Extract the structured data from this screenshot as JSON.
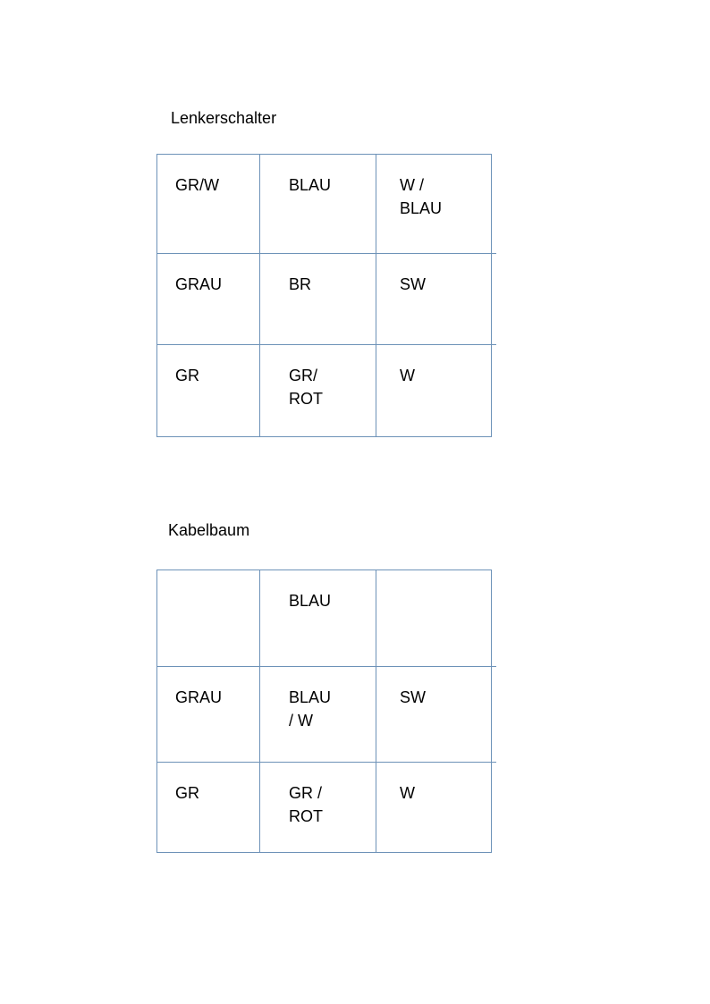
{
  "document": {
    "sections": [
      {
        "title": "Lenkerschalter",
        "table": {
          "rows": [
            [
              "GR/W",
              "BLAU",
              "W /\nBLAU"
            ],
            [
              "GRAU",
              "BR",
              "SW"
            ],
            [
              "GR",
              "GR/\nROT",
              "W"
            ]
          ]
        }
      },
      {
        "title": "Kabelbaum",
        "table": {
          "rows": [
            [
              "",
              "BLAU",
              ""
            ],
            [
              "GRAU",
              "BLAU\n/ W",
              "SW"
            ],
            [
              "GR",
              "GR /\nROT",
              "W"
            ]
          ]
        }
      }
    ]
  },
  "colors": {
    "table_border": "#6d92b8",
    "text": "#000000",
    "page_background": "#ffffff"
  }
}
